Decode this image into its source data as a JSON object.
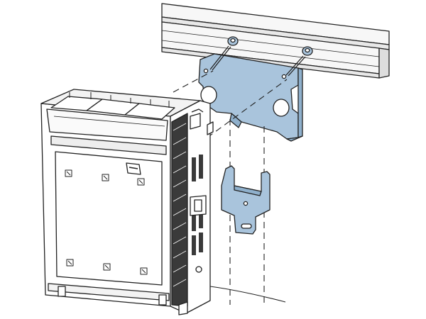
{
  "illustration": {
    "kind": "exploded-assembly-drawing",
    "components": [
      {
        "id": "mounting-rail",
        "label": ""
      },
      {
        "id": "mounting-plate",
        "label": ""
      },
      {
        "id": "mounting-screws",
        "label": ""
      },
      {
        "id": "mounting-clip",
        "label": ""
      },
      {
        "id": "fuse-switch-disconnector",
        "label": ""
      }
    ],
    "colors": {
      "line": "#222222",
      "plate_fill": "#a9c4dc",
      "plate_shade": "#8fb0cc",
      "housing_fill": "#ffffff",
      "housing_shade": "#eeeeee",
      "side_dark": "#3a3a3a",
      "rail_fill": "#f7f7f7"
    }
  }
}
